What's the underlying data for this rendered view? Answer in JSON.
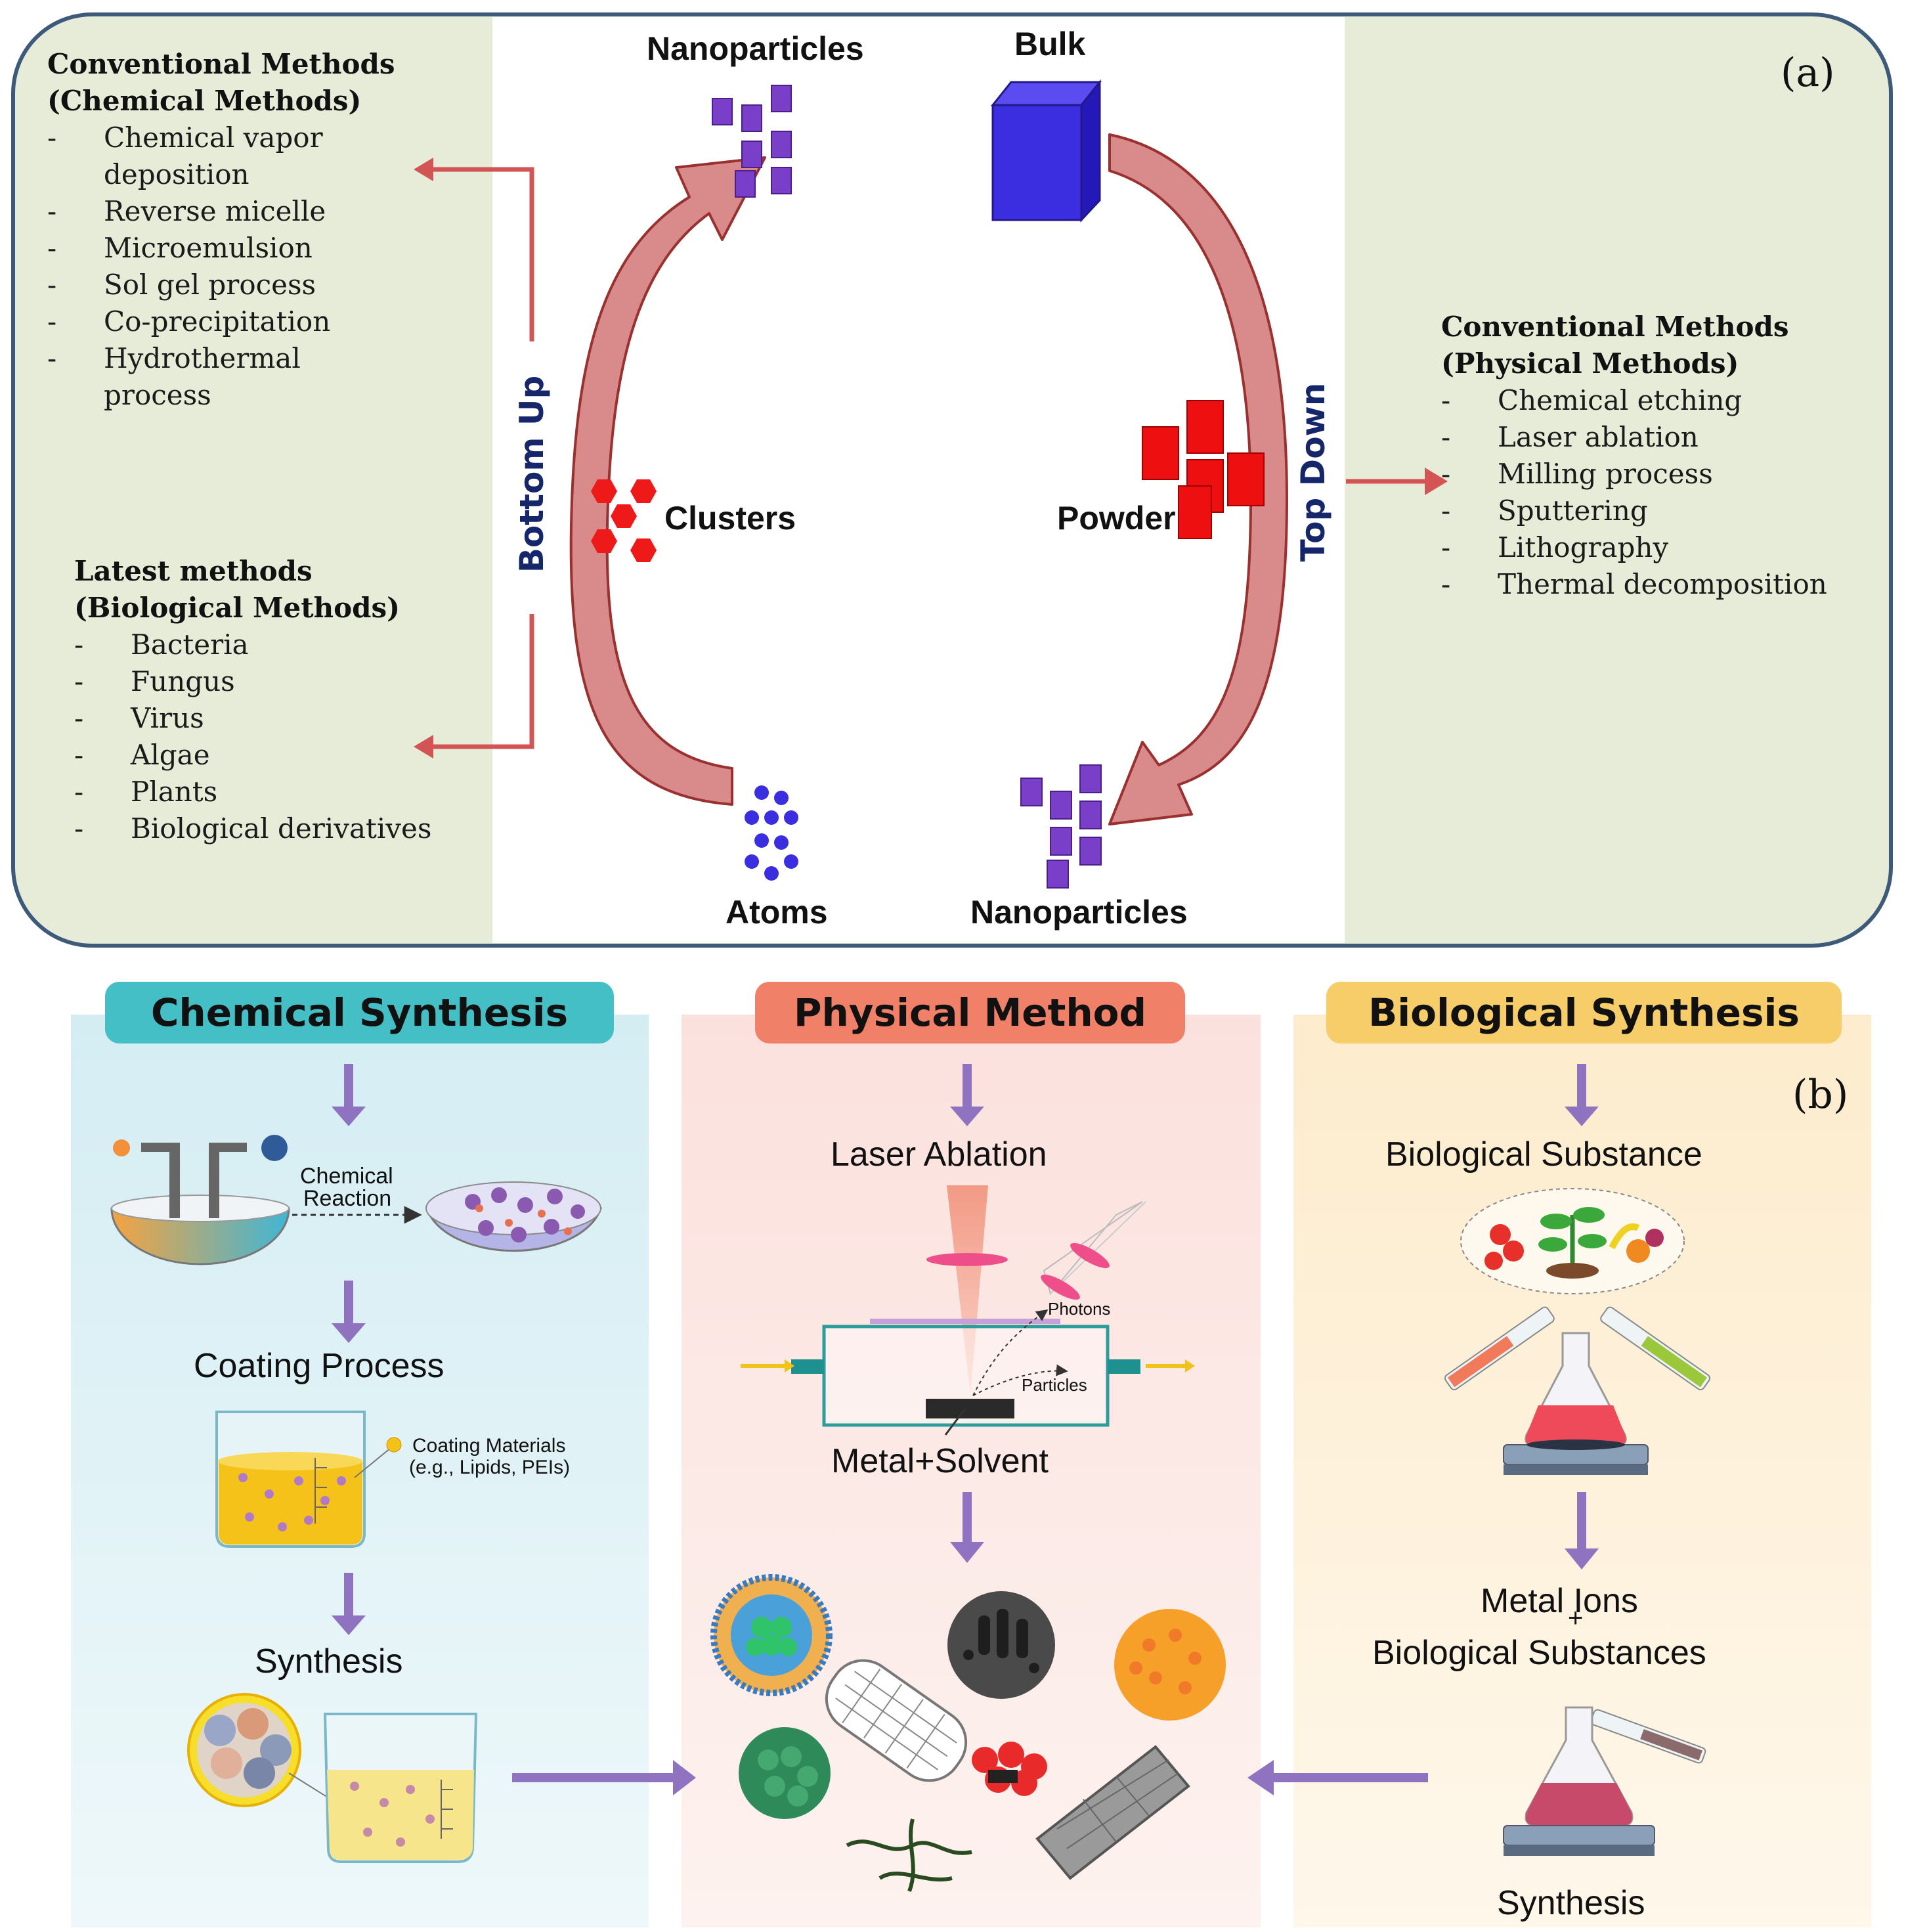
{
  "panel_a": {
    "label": "(a)",
    "center": {
      "nanoparticles_top": "Nanoparticles",
      "bulk": "Bulk",
      "clusters": "Clusters",
      "powder": "Powder",
      "atoms": "Atoms",
      "nanoparticles_bottom": "Nanoparticles",
      "bottom_up": "Bottom Up",
      "top_down": "Top Down"
    },
    "chemical": {
      "title_line1": "Conventional Methods",
      "title_line2": "(Chemical Methods)",
      "items": [
        "Chemical vapor deposition",
        "Reverse micelle",
        "Microemulsion",
        "Sol gel process",
        "Co-precipitation",
        "Hydrothermal process"
      ]
    },
    "biological": {
      "title_line1": "Latest methods",
      "title_line2": "(Biological Methods)",
      "items": [
        "Bacteria",
        "Fungus",
        "Virus",
        "Algae",
        "Plants",
        "Biological derivatives"
      ]
    },
    "physical": {
      "title_line1": "Conventional Methods",
      "title_line2": "(Physical Methods)",
      "items": [
        "Chemical etching",
        "Laser ablation",
        "Milling process",
        "Sputtering",
        "Lithography",
        "Thermal decomposition"
      ]
    }
  },
  "panel_b": {
    "label": "(b)",
    "chemical": {
      "header": "Chemical Synthesis",
      "reaction_line1": "Chemical",
      "reaction_line2": "Reaction",
      "coating": "Coating Process",
      "coating_mat_line1": "Coating Materials",
      "coating_mat_line2": "(e.g., Lipids, PEIs)",
      "synthesis": "Synthesis"
    },
    "physical": {
      "header": "Physical Method",
      "laser": "Laser Ablation",
      "photons": "Photons",
      "particles": "Particles",
      "metal_solvent": "Metal+Solvent"
    },
    "biological": {
      "header": "Biological Synthesis",
      "substance": "Biological Substance",
      "ions_line1": "Metal Ions",
      "plus": "+",
      "ions_line2": "Biological Substances",
      "synthesis": "Synthesis"
    }
  },
  "colors": {
    "panel_a_bg": "#e6ecd8",
    "panel_a_border": "#3e5a7a",
    "arrow_fill": "#d98a8a",
    "arrow_stroke": "#9a3030",
    "purple": "#6a2fb0",
    "bulk_blue": "#3a2ee0",
    "powder_red": "#ee1010",
    "label_navy": "#15266b",
    "chem_header": "#45bfc6",
    "phys_header": "#f08068",
    "bio_header": "#f7cd6a",
    "flow_arrow": "#8f72c0"
  }
}
